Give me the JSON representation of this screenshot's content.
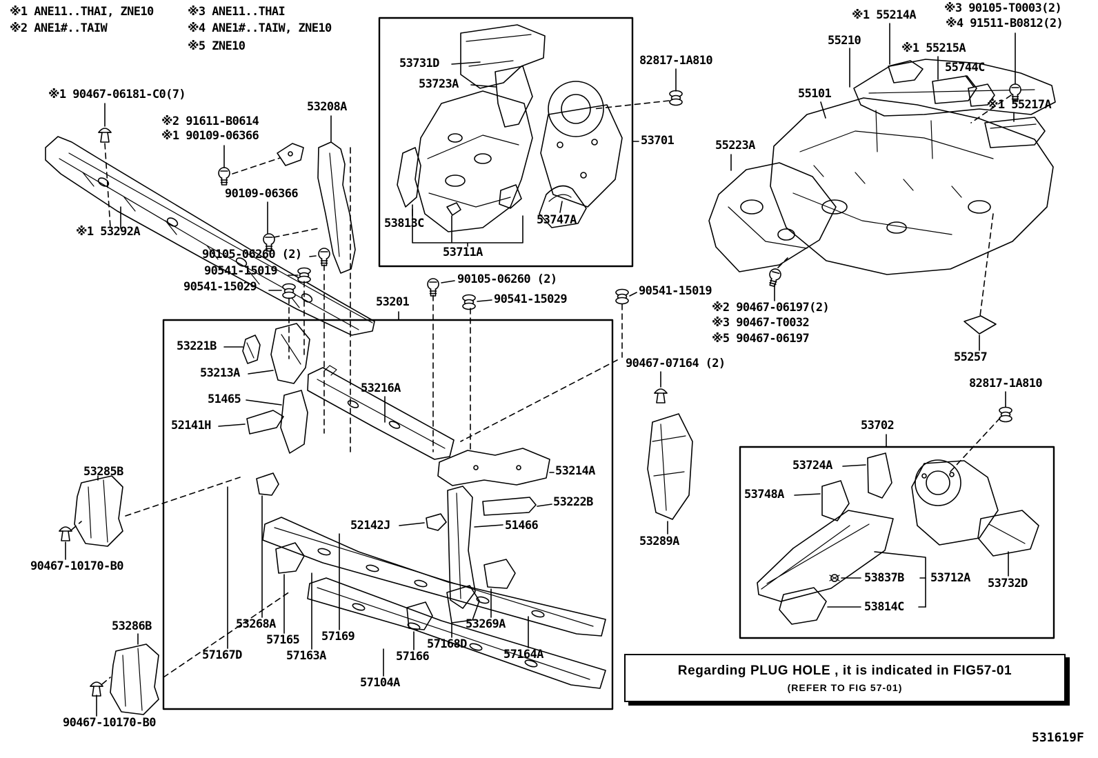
{
  "figure_code": "531619F",
  "colors": {
    "ink": "#000000",
    "background": "#ffffff"
  },
  "icons": {
    "bolt": "bolt-icon",
    "clip": "push-clip-icon",
    "grommet": "grommet-icon"
  },
  "legend": {
    "n1": "※1 ANE11..THAI, ZNE10",
    "n2": "※2 ANE1#..TAIW",
    "n3": "※3 ANE11..THAI",
    "n4": "※4 ANE1#..TAIW, ZNE10",
    "n5": "※5 ZNE10"
  },
  "parts": {
    "p01": "※1 90467-06181-C0(7)",
    "p02": "53208A",
    "p03": "※2 91611-B0614",
    "p04": "※1 90109-06366",
    "p05": "90109-06366",
    "p06": "※1 53292A",
    "p07": "90105-06260 (2)",
    "p08": "90541-15019",
    "p09": "90541-15029",
    "p10": "53201",
    "p11": "90105-06260 (2)",
    "p12": "90541-15029",
    "p13": "90541-15019",
    "p14": "53221B",
    "p15": "53213A",
    "p16": "51465",
    "p17": "52141H",
    "p18": "53216A",
    "p19": "53214A",
    "p20": "53222B",
    "p21": "52142J",
    "p22": "51466",
    "p23": "53285B",
    "p24": "90467-10170-B0",
    "p25": "53286B",
    "p26": "53268A",
    "p27": "57165",
    "p28": "57169",
    "p29": "57167D",
    "p30": "57163A",
    "p31": "57166",
    "p32": "57168D",
    "p33": "53269A",
    "p34": "57164A",
    "p35": "57104A",
    "p36": "90467-10170-B0",
    "p37": "53731D",
    "p38": "53723A",
    "p39": "82817-1A810",
    "p40": "53701",
    "p41": "53813C",
    "p42": "53747A",
    "p43": "53711A",
    "p44": "※1 55214A",
    "p45": "※3 90105-T0003(2)",
    "p46": "※4 91511-B0812(2)",
    "p47": "55210",
    "p48": "※1 55215A",
    "p49": "55744C",
    "p50": "55101",
    "p51": "※1 55217A",
    "p52": "55223A",
    "p53": "※2 90467-06197(2)",
    "p54": "※3 90467-T0032",
    "p55": "※5 90467-06197",
    "p56": "90467-07164 (2)",
    "p57": "55257",
    "p58": "82817-1A810",
    "p59": "53702",
    "p60": "53724A",
    "p61": "53748A",
    "p62": "53289A",
    "p63": "53837B",
    "p64": "53712A",
    "p65": "53732D",
    "p66": "53814C"
  },
  "note": {
    "line1": "Regarding PLUG HOLE , it is indicated in FIG57-01",
    "line2": "(REFER TO FIG 57-01)"
  }
}
